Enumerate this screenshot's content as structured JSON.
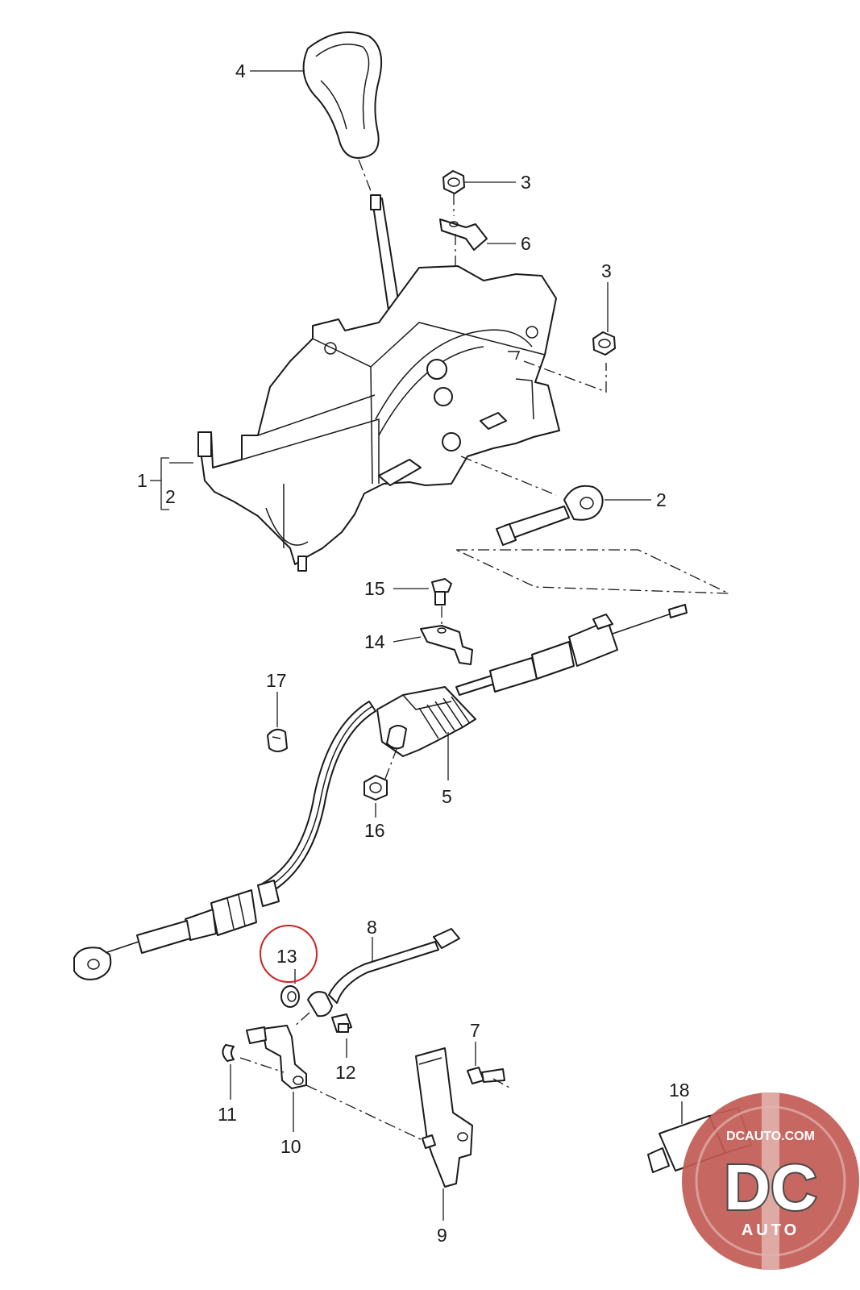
{
  "callouts": {
    "c4": "4",
    "c3a": "3",
    "c6": "6",
    "c3b": "3",
    "c1": "1",
    "c2a": "2",
    "c2b": "2",
    "c15": "15",
    "c14": "14",
    "c17": "17",
    "c5": "5",
    "c16": "16",
    "c8": "8",
    "c13": "13",
    "c7": "7",
    "c12": "12",
    "c11": "11",
    "c10": "10",
    "c9": "9",
    "c18": "18"
  },
  "highlight": {
    "callout": "13",
    "color": "#cc2222"
  },
  "watermark": {
    "url": "DCAUTO.COM",
    "monogram": "DC",
    "word": "AUTO",
    "colors": {
      "disc": "#c25a55",
      "band": "#e3b5b0",
      "dark": "#4a4a4a"
    }
  }
}
